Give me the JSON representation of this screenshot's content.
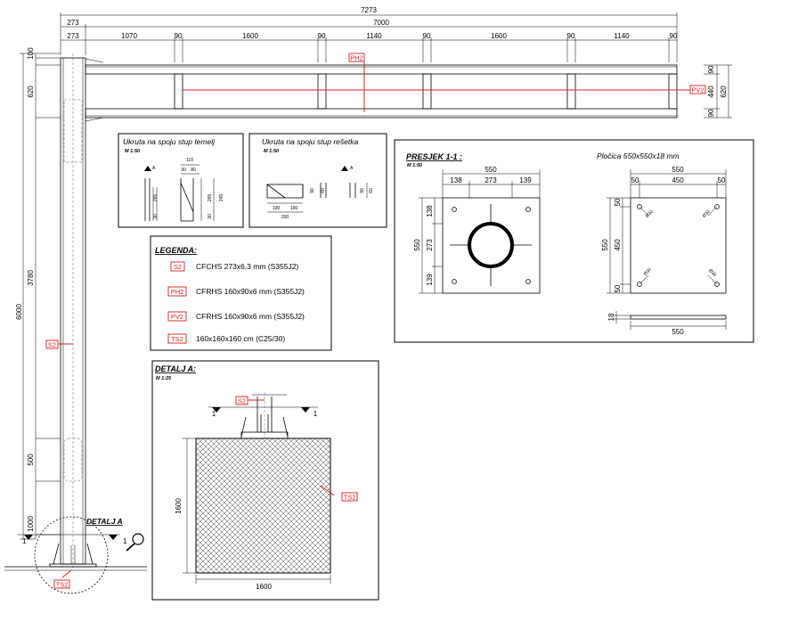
{
  "dims": {
    "overall_width": "7273",
    "offset_left": "273",
    "span_total": "7000",
    "seg_offset": "273",
    "seg_1070": "1070",
    "seg_90": "90",
    "seg_1600": "1600",
    "seg_1140": "1140",
    "left_100": "100",
    "left_620": "620",
    "left_3780": "3780",
    "left_6000": "6000",
    "left_500": "500",
    "left_1000": "1000",
    "right_90": "90",
    "right_440": "440",
    "right_620": "620"
  },
  "tags": {
    "s2": "S2",
    "ph2": "PH2",
    "pv2": "PV2",
    "ts2": "TS2"
  },
  "detail_a_label": "DETALJ A",
  "stiffener_base": {
    "title": "Ukruta na spoju stup temelj",
    "scale": "M 1:50",
    "a": "A",
    "d110": "110",
    "d30": "30",
    "d80": "80",
    "d265": "265",
    "d245": "245",
    "d30b": "30",
    "d30c": "30"
  },
  "stiffener_truss": {
    "title": "Ukruta na spoju stup rešetka",
    "scale": "M 1:50",
    "a": "A",
    "d100a": "100",
    "d100b": "100",
    "d200": "200",
    "d90a": "90",
    "d60": "60",
    "d90b": "90"
  },
  "legend": {
    "title": "LEGENDA:",
    "items": [
      {
        "tag": "S2",
        "text": "CFCHS 273x6,3 mm (S355J2)"
      },
      {
        "tag": "PH2",
        "text": "CFRHS 160x90x6 mm (S355J2)"
      },
      {
        "tag": "PV2",
        "text": "CFRHS 160x90x6 mm (S355J2)"
      },
      {
        "tag": "TS2",
        "text": "160x160x160 cm (C25/30)"
      }
    ]
  },
  "section": {
    "title": "PRESJEK 1-1 :",
    "scale": "M 1:50",
    "w550": "550",
    "w138": "138",
    "w273": "273",
    "w139": "139",
    "h550": "550",
    "h138": "138",
    "h273": "273",
    "h139": "139"
  },
  "plate": {
    "title": "Pločica 550x550x18 mm",
    "w550": "550",
    "w50a": "50",
    "w450": "450",
    "w50b": "50",
    "h550": "550",
    "h50a": "50",
    "h450": "450",
    "h50b": "50",
    "hole": "Ø30",
    "t18": "18",
    "bottom550": "550"
  },
  "detail_a": {
    "title": "DETALJ A:",
    "scale": "M 1:25",
    "cut1": "1",
    "w1600": "1600",
    "h1600": "1600"
  }
}
